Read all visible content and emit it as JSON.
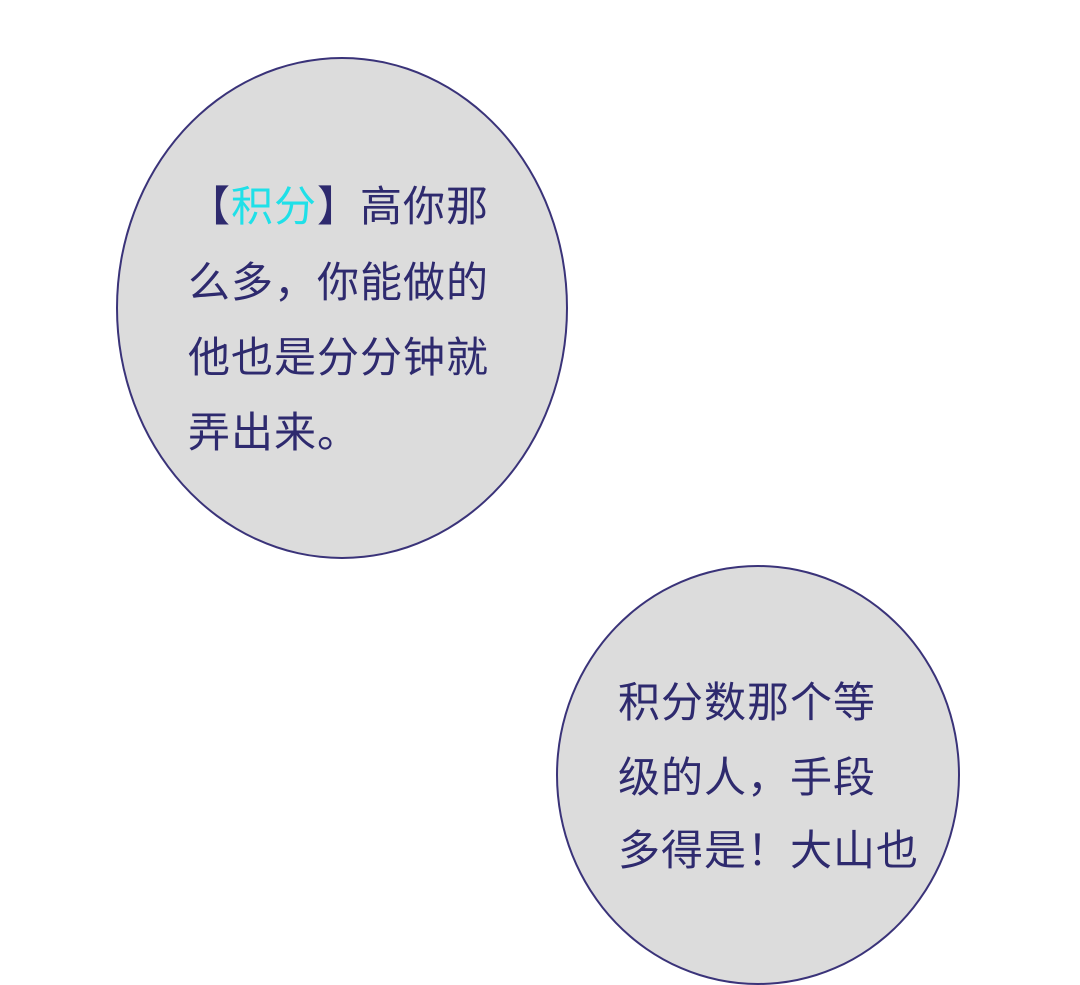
{
  "bubble1": {
    "line1": {
      "bracket_open": "【",
      "keyword": "积分",
      "bracket_close": "】",
      "rest": "高你那"
    },
    "line2": "么多，你能做的",
    "line3": "他也是分分钟就",
    "line4": "弄出来。"
  },
  "bubble2": {
    "line1": "积分数那个等",
    "line2": "级的人，手段",
    "line3": "多得是！大山也"
  },
  "colors": {
    "background": "#ffffff",
    "bubble_fill": "#dcdcdc",
    "bubble_border": "#3a3379",
    "text": "#2e2a6e",
    "keyword_accent": "#1fe0e8"
  }
}
